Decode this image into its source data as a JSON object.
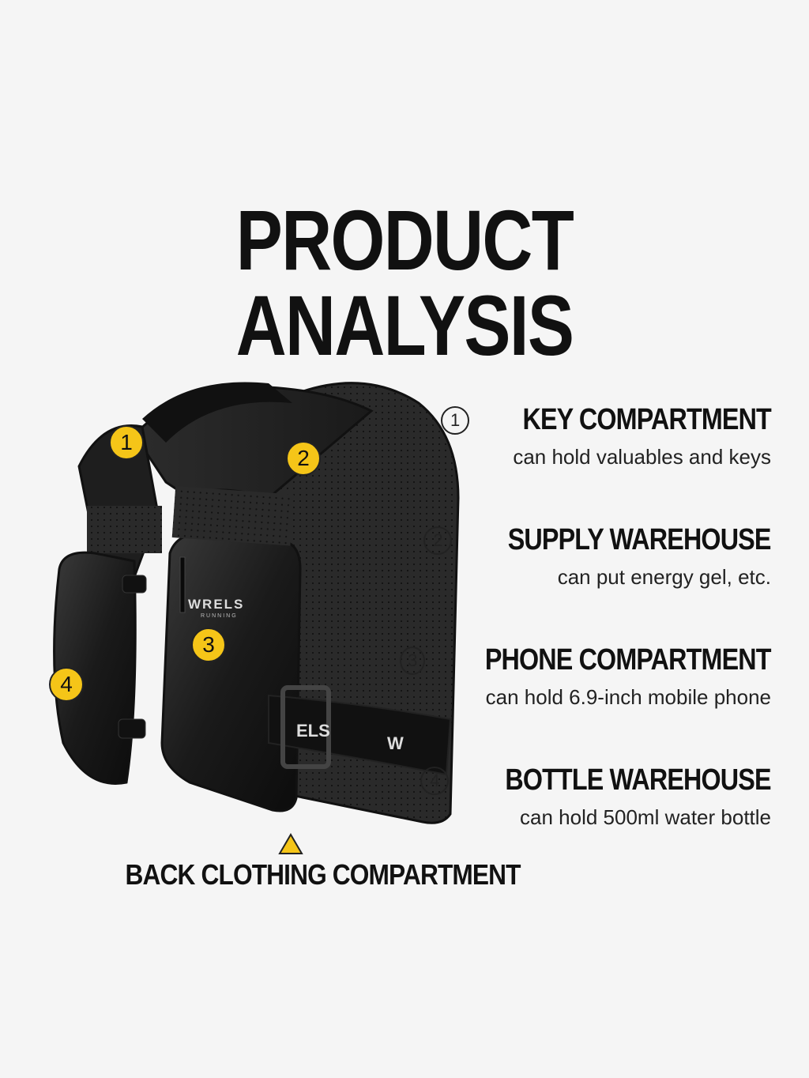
{
  "title": "PRODUCT ANALYSIS",
  "accent_color": "#f5c518",
  "vest": {
    "brand": "WRELS",
    "brand_sub": "RUNNING",
    "strap_text": "ELS",
    "strap_text_2": "W",
    "markers": [
      "1",
      "2",
      "3",
      "4"
    ]
  },
  "features": [
    {
      "number": "1",
      "title": "KEY COMPARTMENT",
      "description": "can hold valuables and keys"
    },
    {
      "number": "2",
      "title": "SUPPLY WAREHOUSE",
      "description": "can put energy gel, etc."
    },
    {
      "number": "3",
      "title": "PHONE COMPARTMENT",
      "description": "can hold 6.9-inch mobile phone"
    },
    {
      "number": "4",
      "title": "BOTTLE WAREHOUSE",
      "description": "can hold 500ml water bottle"
    }
  ],
  "back_label": "BACK CLOTHING COMPARTMENT"
}
